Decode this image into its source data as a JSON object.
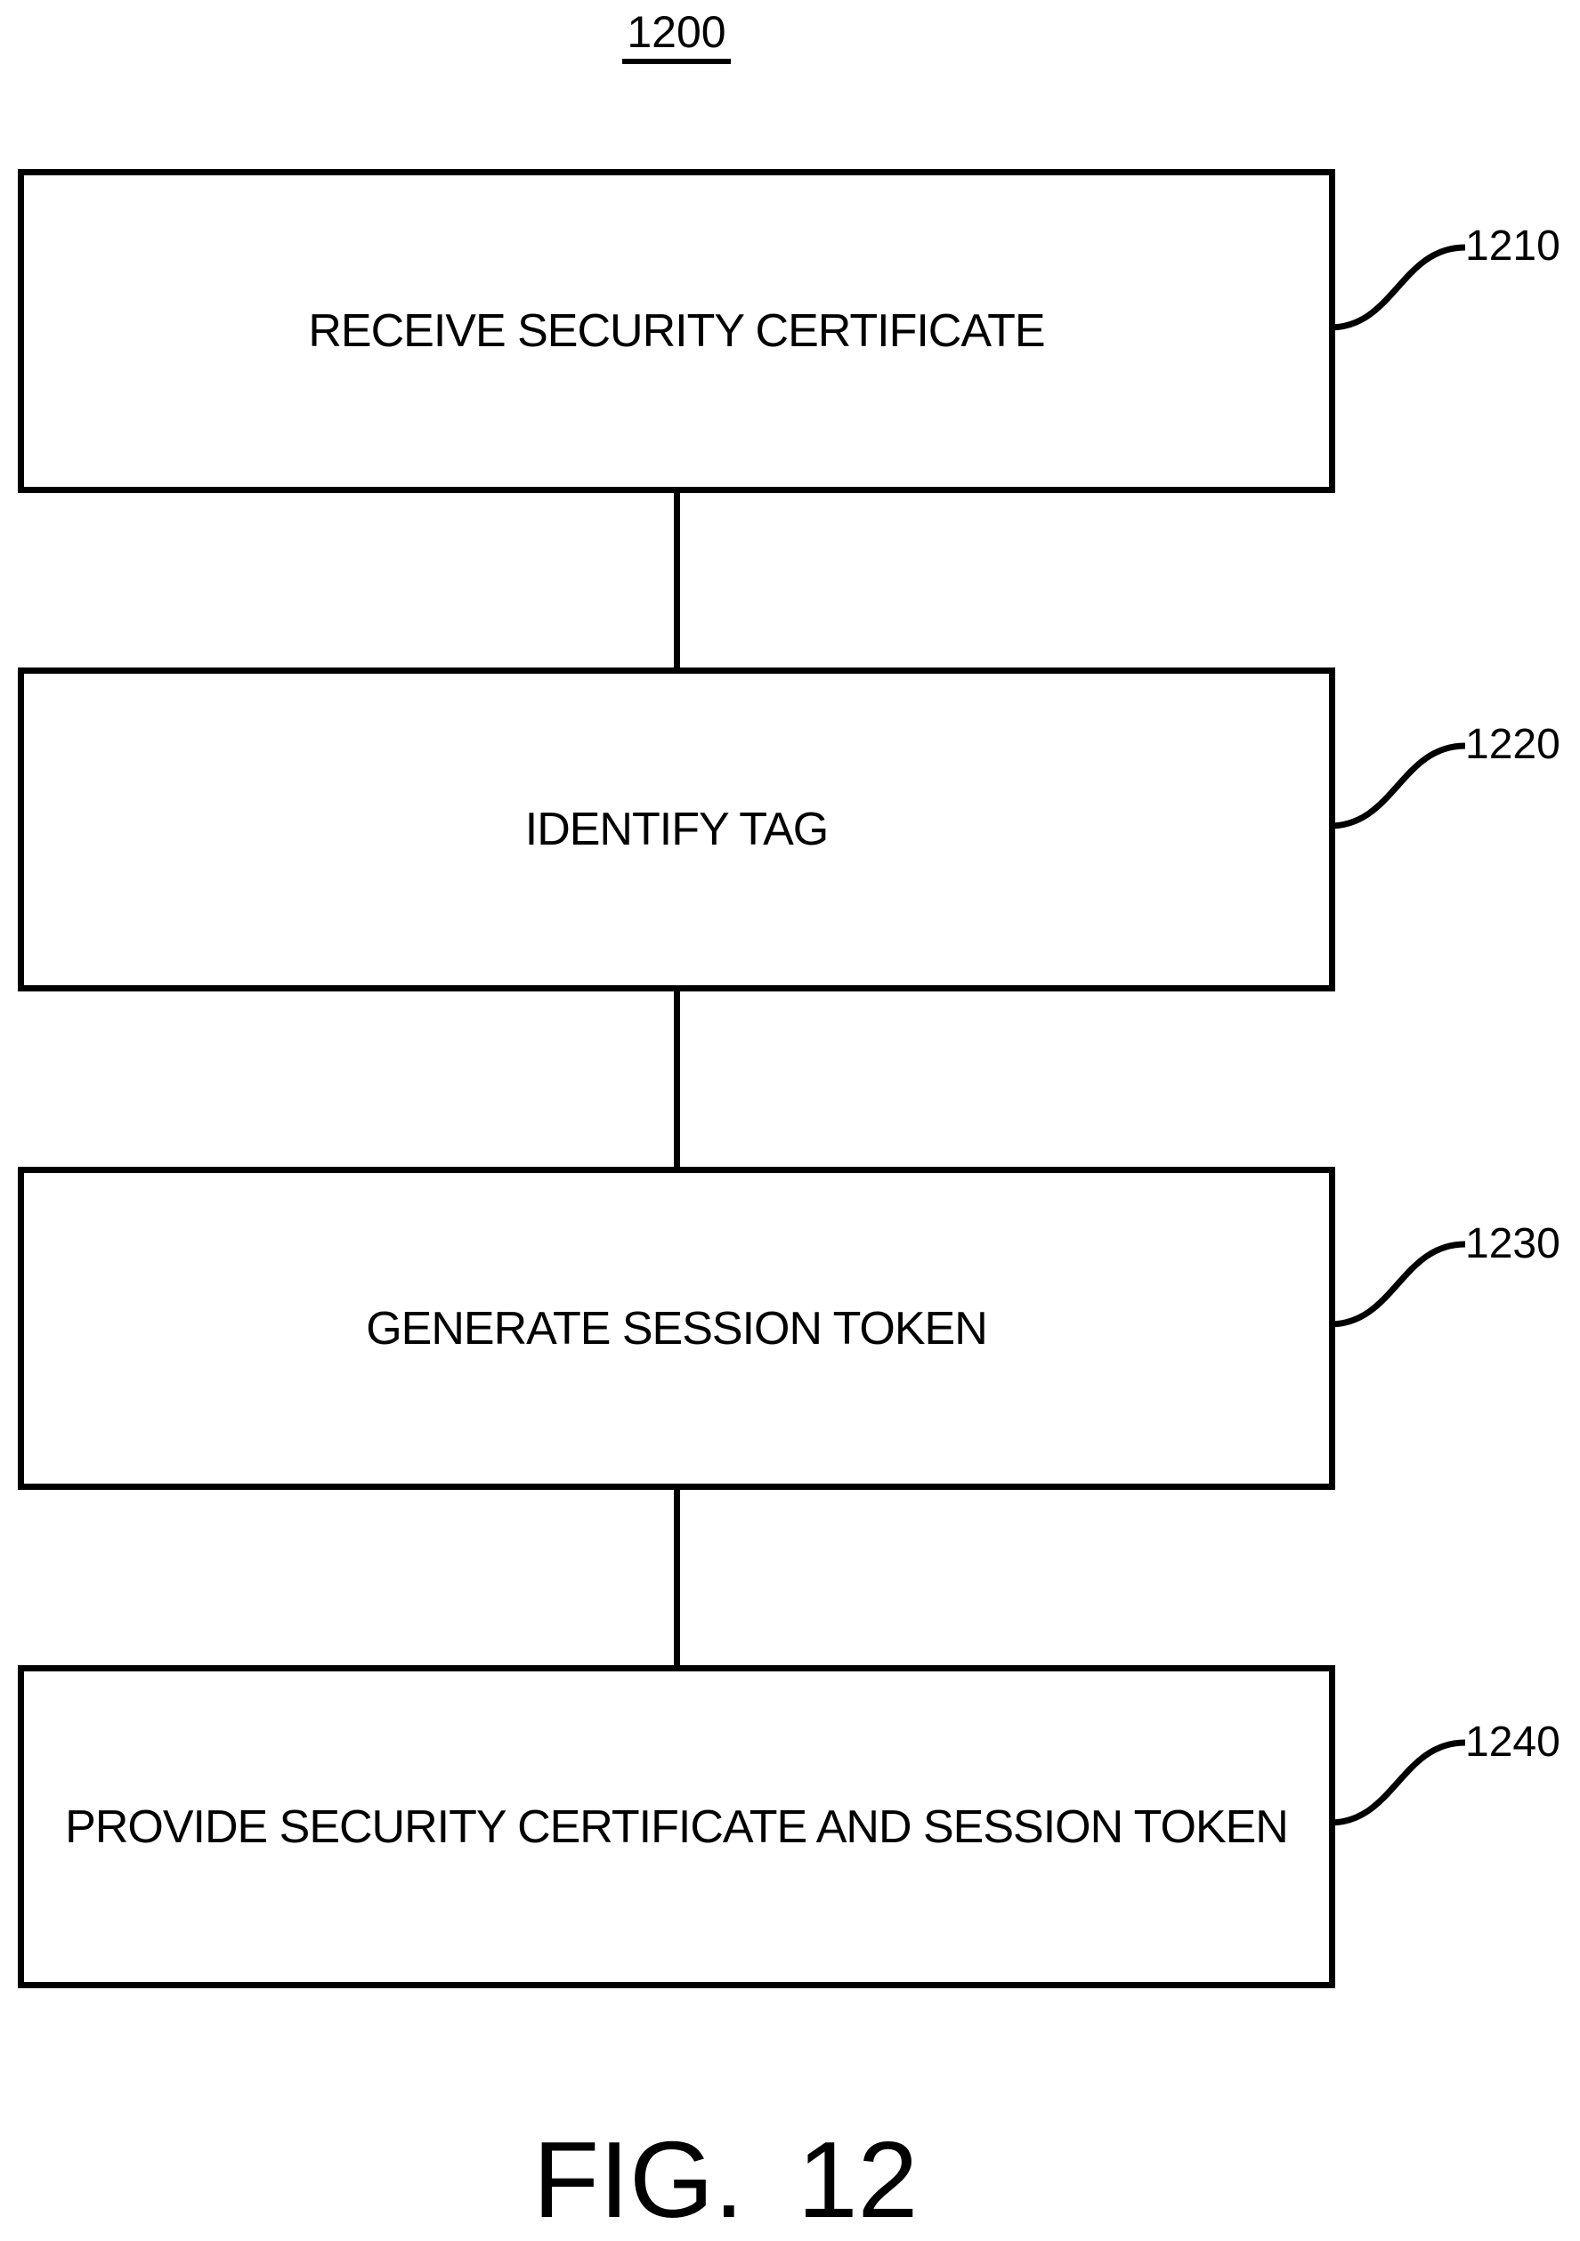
{
  "figure": {
    "diagram_number": "1200",
    "caption": "FIG. 12",
    "type": "flowchart",
    "steps": [
      {
        "label": "RECEIVE SECURITY CERTIFICATE",
        "ref": "1210"
      },
      {
        "label": "IDENTIFY TAG",
        "ref": "1220"
      },
      {
        "label": "GENERATE SESSION TOKEN",
        "ref": "1230"
      },
      {
        "label": "PROVIDE SECURITY CERTIFICATE AND SESSION TOKEN",
        "ref": "1240"
      }
    ],
    "colors": {
      "line": "#000000",
      "background": "#ffffff"
    }
  }
}
